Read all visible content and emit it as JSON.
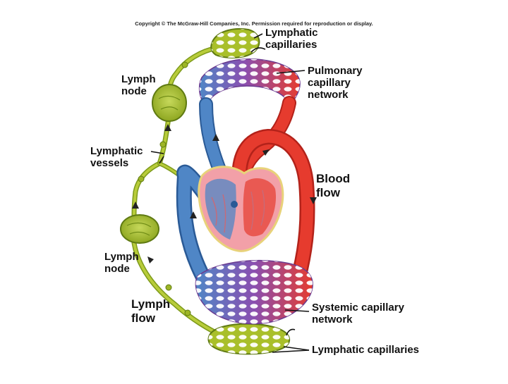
{
  "copyright": "Copyright © The McGraw-Hill Companies, Inc. Permission required for reproduction or display.",
  "labels": {
    "lymphatic_capillaries_top": [
      "Lymphatic",
      "capillaries"
    ],
    "pulmonary_capillary_network": [
      "Pulmonary",
      "capillary",
      "network"
    ],
    "lymph_node_top": [
      "Lymph",
      "node"
    ],
    "lymphatic_vessels": [
      "Lymphatic",
      "vessels"
    ],
    "blood_flow": [
      "Blood",
      "flow"
    ],
    "lymph_node_bottom": [
      "Lymph",
      "node"
    ],
    "lymph_flow": [
      "Lymph",
      "flow"
    ],
    "systemic_capillary_network": [
      "Systemic capillary",
      "network"
    ],
    "lymphatic_capillaries_bottom": "Lymphatic capillaries"
  },
  "colors": {
    "lymph": "#a9bf2a",
    "lymph_dark": "#5f7a12",
    "blue": "#4f86c6",
    "blue_dark": "#2a5a96",
    "red": "#e63b2e",
    "red_dark": "#b3221a",
    "purple": "#8a4fb0",
    "heart_pink": "#f2a0a8",
    "heart_outline": "#e8d27a"
  }
}
